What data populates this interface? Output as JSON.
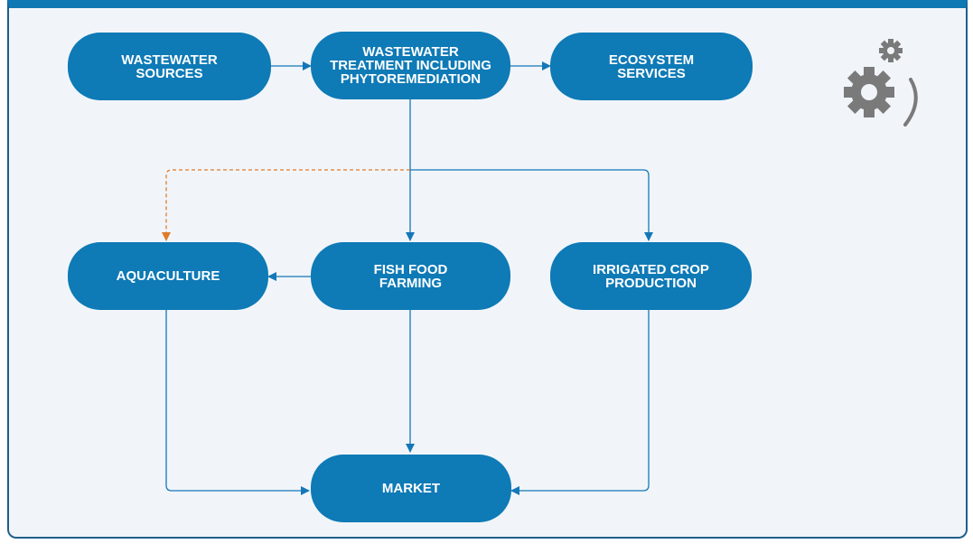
{
  "diagram": {
    "nodes": {
      "wastewater_sources": "WASTEWATER\nSOURCES",
      "treatment": "WASTEWATER\nTREATMENT  INCLUDING\nPHYTOREMEDIATION",
      "ecosystem_services": "ECOSYSTEM\nSERVICES",
      "aquaculture": "AQUACULTURE",
      "fish_food_farming": "FISH FOOD\nFARMING",
      "irrigated_crop": "IRRIGATED CROP\nPRODUCTION",
      "market": "MARKET"
    },
    "colors": {
      "node_fill": "#0e7ab6",
      "arrow": "#1477b8",
      "dashed_arrow": "#e07b2a",
      "header_bar": "#0e78b4",
      "background": "#f1f5f9",
      "gear": "#7a7a7a"
    },
    "icon": "settings-gears-icon"
  }
}
